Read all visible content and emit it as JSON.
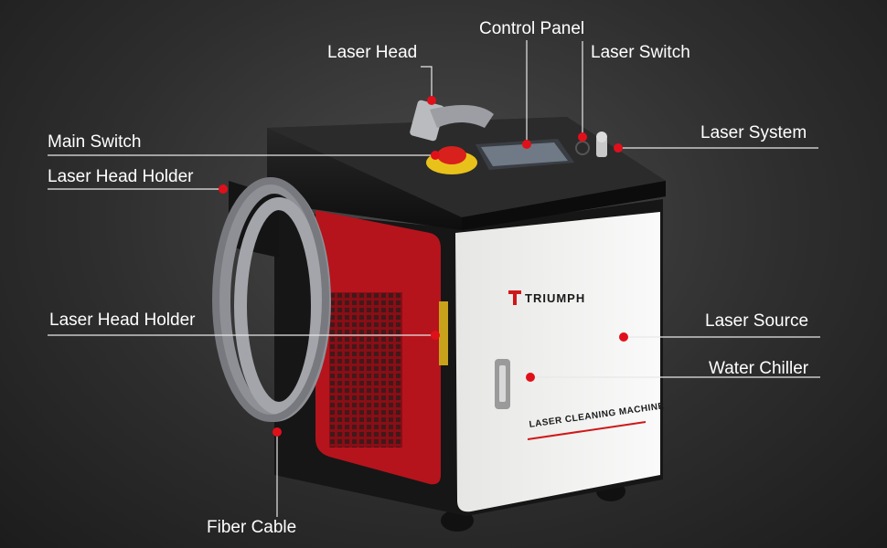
{
  "labels": {
    "control_panel": "Control Panel",
    "laser_head": "Laser Head",
    "laser_switch": "Laser Switch",
    "laser_system": "Laser System",
    "main_switch": "Main Switch",
    "laser_head_holder_top": "Laser Head Holder",
    "laser_head_holder_mid": "Laser Head Holder",
    "laser_source": "Laser Source",
    "water_chiller": "Water Chiller",
    "fiber_cable": "Fiber Cable"
  },
  "machine": {
    "brand": "TRIUMPH",
    "model_text": "LASER CLEANING MACHINE"
  },
  "colors": {
    "marker_red": "#e0101a",
    "panel_red": "#b5141c",
    "body_white": "#f2f2f0",
    "top_black": "#1a1a1a",
    "leader_line": "#e8e8e8"
  }
}
